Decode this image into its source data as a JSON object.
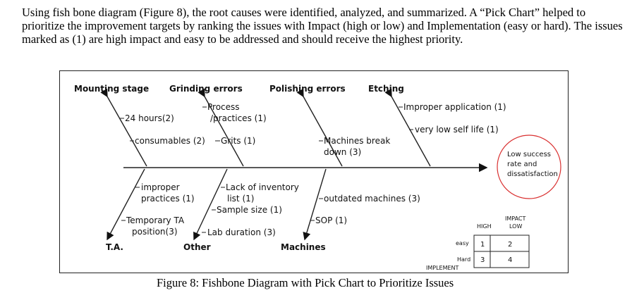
{
  "intro_text": "Using fish bone diagram (Figure 8), the root causes were identified, analyzed, and summarized. A “Pick Chart” helped to prioritize the improvement targets by ranking the issues with Impact (high or low) and Implementation (easy or hard). The issues marked as (1) are high impact and easy to be addressed and should receive the highest priority.",
  "diagram": {
    "categories_top": {
      "mounting": "Mounting stage",
      "grinding": "Grinding errors",
      "polishing": "Polishing errors",
      "etching": "Etching"
    },
    "categories_bottom": {
      "ta": "T.A.",
      "other": "Other",
      "machines": "Machines"
    },
    "causes": {
      "hours": "24 hours(2)",
      "consumables": "consumables (2)",
      "process_1": "Process",
      "process_2": "/practices (1)",
      "grits": "Grits (1)",
      "breakdown_1": "Machines break",
      "breakdown_2": "down (3)",
      "improper_app": "Improper application (1)",
      "shelf_life": "very low self life (1)",
      "improper_1": "improper",
      "improper_2": "practices (1)",
      "temp_ta_1": "Temporary TA",
      "temp_ta_2": "position(3)",
      "inventory_1": "Lack of inventory",
      "inventory_2": "list (1)",
      "sample": "Sample size (1)",
      "lab": "Lab duration (3)",
      "outdated": "outdated machines (3)",
      "sop": "SOP (1)"
    },
    "effect": {
      "line1": "Low success",
      "line2": "rate and",
      "line3": "dissatisfaction"
    }
  },
  "pick_chart": {
    "impact_label": "IMPACT",
    "high": "HIGH",
    "low": "LOW",
    "easy": "easy",
    "hard": "Hard",
    "implement_label": "IMPLEMENT",
    "cells": {
      "easy_high": "1",
      "easy_low": "2",
      "hard_high": "3",
      "hard_low": "4"
    }
  },
  "colors": {
    "effect_circle": "#d93030",
    "lines": "#222222"
  },
  "caption": "Figure 8: Fishbone Diagram with Pick Chart to Prioritize Issues"
}
